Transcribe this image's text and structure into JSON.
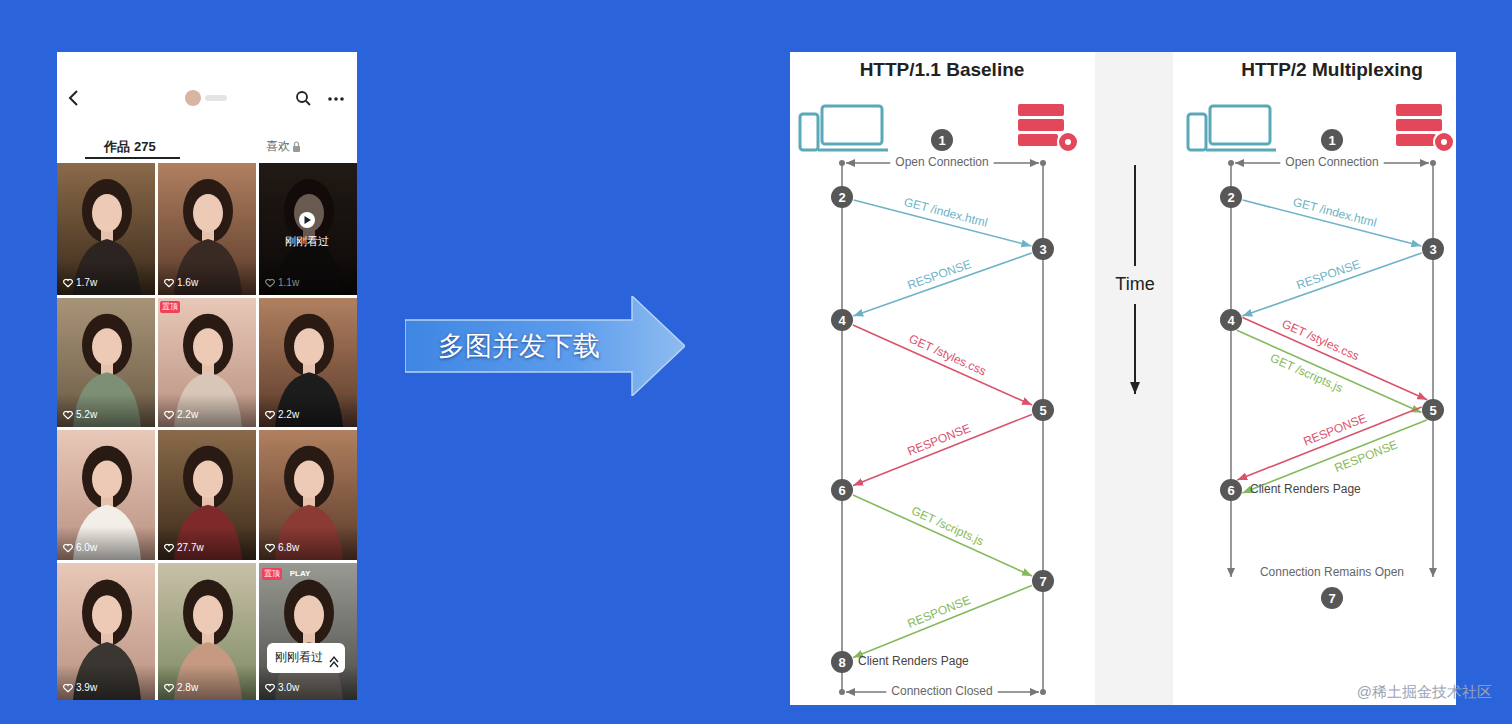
{
  "diagram": {
    "nodes": [
      {
        "text": [
          "多图并发下载"
        ]
      },
      {
        "text": [
          "1"
        ]
      },
      {
        "text": [
          "2"
        ]
      },
      {
        "text": [
          "3"
        ]
      },
      {
        "text": [
          "4"
        ]
      },
      {
        "text": [
          "5"
        ]
      },
      {
        "text": [
          "6"
        ]
      },
      {
        "text": [
          "7"
        ]
      },
      {
        "text": [
          "8"
        ]
      },
      {
        "text": [
          "1"
        ]
      },
      {
        "text": [
          "2"
        ]
      },
      {
        "text": [
          "3"
        ]
      },
      {
        "text": [
          "4"
        ]
      },
      {
        "text": [
          "5"
        ]
      },
      {
        "text": [
          "6"
        ]
      },
      {
        "text": [
          "7"
        ]
      }
    ],
    "edges": [
      {
        "from": 2,
        "to": 3,
        "label": "GET /index.html",
        "arrow": "to"
      },
      {
        "from": 3,
        "to": 4,
        "label": "RESPONSE",
        "arrow": "to"
      },
      {
        "from": 4,
        "to": 5,
        "label": "GET /styles.css",
        "arrow": "to"
      },
      {
        "from": 5,
        "to": 6,
        "label": "RESPONSE",
        "arrow": "to"
      },
      {
        "from": 6,
        "to": 7,
        "label": "GET /scripts.js",
        "arrow": "to"
      },
      {
        "from": 7,
        "to": 8,
        "label": "RESPONSE",
        "arrow": "to"
      },
      {
        "from": 10,
        "to": 11,
        "label": "GET /index.html",
        "arrow": "to"
      },
      {
        "from": 11,
        "to": 12,
        "label": "RESPONSE",
        "arrow": "to"
      },
      {
        "from": 12,
        "to": 13,
        "label": "GET /styles.css",
        "arrow": "to"
      },
      {
        "from": 12,
        "to": 13,
        "label": "GET /scripts.js",
        "arrow": "to"
      },
      {
        "from": 13,
        "to": 14,
        "label": "RESPONSE",
        "arrow": "to"
      },
      {
        "from": 13,
        "to": 14,
        "label": "RESPONSE",
        "arrow": "to"
      }
    ],
    "labels": [
      "作品 275",
      "喜欢",
      "1.7w",
      "1.6w",
      "1.1w",
      "刚刚看过",
      "置顶",
      "5.2w",
      "2.2w",
      "2.2w",
      "6.0w",
      "27.7w",
      "6.8w",
      "置顶",
      "PLAY",
      "3.9w",
      "2.8w",
      "3.0w",
      "刚刚看过",
      "HTTP/1.1 Baseline",
      "Open Connection",
      "Client Renders Page",
      "Connection Closed",
      "Time",
      "HTTP/2 Multiplexing",
      "Open Connection",
      "Client Renders Page",
      "Connection Remains Open",
      "@稀土掘金技术社区"
    ]
  }
}
